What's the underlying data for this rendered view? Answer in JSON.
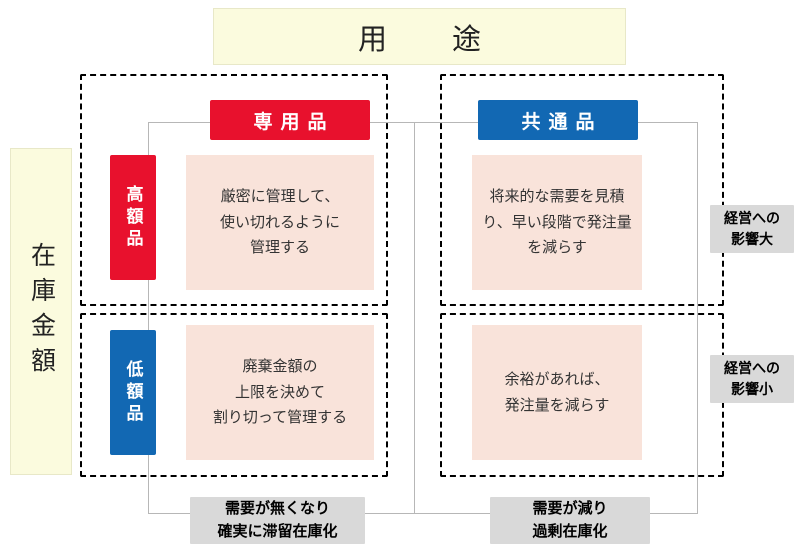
{
  "titles": {
    "top": "用　途",
    "left": "在庫金額"
  },
  "columns": [
    {
      "label": "専用品",
      "color": "#e8112d"
    },
    {
      "label": "共通品",
      "color": "#1268b3"
    }
  ],
  "rows": [
    {
      "label": "高額品",
      "color": "#e8112d"
    },
    {
      "label": "低額品",
      "color": "#1268b3"
    }
  ],
  "cells": {
    "high_dedicated": "厳密に管理して、\n使い切れるように\n管理する",
    "high_common": "将来的な需要を見積り、早い段階で発注量を減らす",
    "low_dedicated": "廃棄金額の\n上限を決めて\n割り切って管理する",
    "low_common": "余裕があれば、\n発注量を減らす"
  },
  "side_labels": {
    "high": "経営への\n影響大",
    "low": "経営への\n影響小"
  },
  "bottom_labels": {
    "left": "需要が無くなり\n確実に滞留在庫化",
    "right": "需要が減り\n過剰在庫化"
  },
  "colors": {
    "banner_bg": "#fbfbde",
    "cell_bg": "#f9e3da",
    "grey_label_bg": "#d9d9d9",
    "red": "#e8112d",
    "blue": "#1268b3"
  }
}
